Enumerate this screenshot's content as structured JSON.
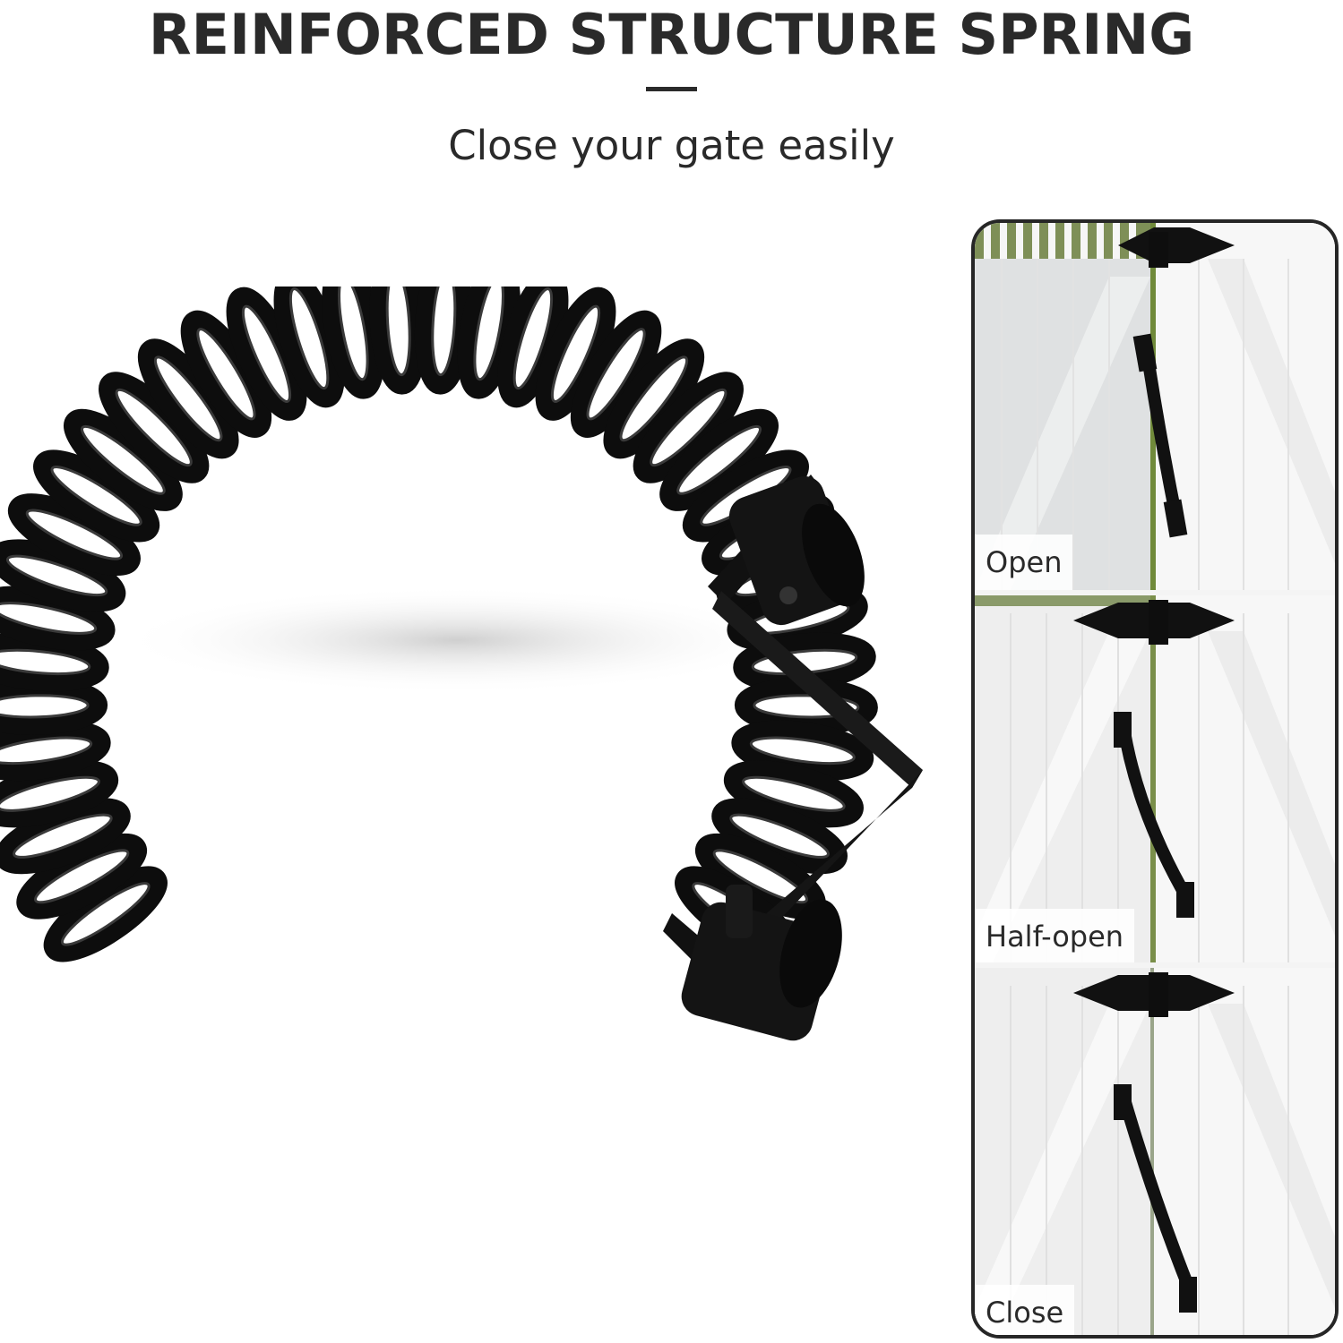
{
  "header": {
    "title": "REINFORCED STRUCTURE SPRING",
    "subtitle": "Close your gate easily"
  },
  "panels": [
    {
      "label": "Open"
    },
    {
      "label": "Half-open"
    },
    {
      "label": "Close"
    }
  ],
  "colors": {
    "text": "#2a2a2a",
    "spring": "#0d0d0d",
    "gate": "#f2f2f2",
    "frame": "#262626"
  },
  "icons": [
    "coil-spring-icon",
    "gate-hinge-icon"
  ]
}
